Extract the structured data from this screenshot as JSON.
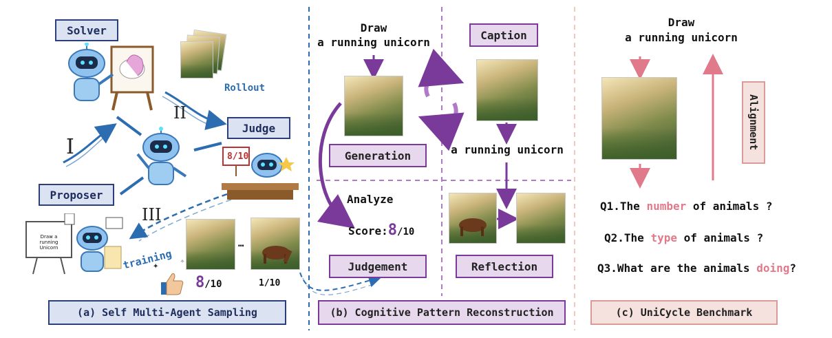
{
  "panel_a": {
    "solver_label": "Solver",
    "judge_label": "Judge",
    "proposer_label": "Proposer",
    "rollout_label": "Rollout",
    "training_label": "training",
    "step_one": "I",
    "step_two": "II",
    "step_three": "III",
    "sign_score": "8/10",
    "board_text": "Draw a running Unicorn",
    "good_score_main": "8",
    "good_score_den": "/10",
    "bad_score": "1/10",
    "ellipsis": "…",
    "caption": "(a) Self Multi-Agent Sampling"
  },
  "panel_b": {
    "prompt_line1": "Draw",
    "prompt_line2": "a running unicorn",
    "caption_tag": "Caption",
    "generation_tag": "Generation",
    "caption_output": "a running unicorn",
    "analyze_label": "Analyze",
    "score_prefix": "Score:",
    "score_value": "8",
    "score_den": "/10",
    "judgement_tag": "Judgement",
    "reflection_tag": "Reflection",
    "caption": "(b) Cognitive Pattern Reconstruction"
  },
  "panel_c": {
    "prompt_line1": "Draw",
    "prompt_line2": "a running unicorn",
    "alignment_label": "Alignment",
    "q1_prefix": "Q1.The ",
    "q1_key": "number",
    "q1_suffix": " of animals ?",
    "q2_prefix": "Q2.The ",
    "q2_key": "type",
    "q2_suffix": " of animals ?",
    "q3_prefix": "Q3.What are the animals ",
    "q3_key": "doing",
    "q3_suffix": "?",
    "caption": "(c) UniCycle Benchmark"
  },
  "colors": {
    "blue": "#2c6cb0",
    "purple": "#7a3a9a",
    "pink": "#e07a8a",
    "navy": "#1f2d5c"
  }
}
